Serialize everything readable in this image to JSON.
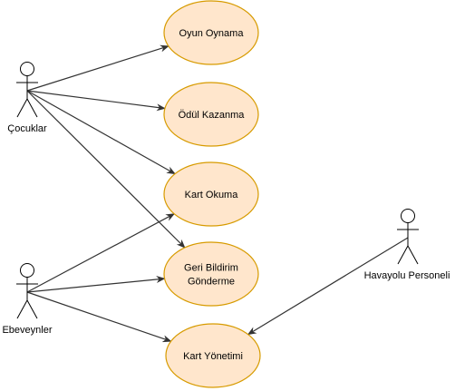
{
  "colors": {
    "usecase_fill": "#ffe6cc",
    "usecase_stroke": "#d79b00",
    "edge": "#333333",
    "text": "#000000"
  },
  "actors": [
    {
      "id": "cocuklar",
      "label": "Çocuklar"
    },
    {
      "id": "ebeveynler",
      "label": "Ebeveynler"
    },
    {
      "id": "havayolu",
      "label": "Havayolu Personeli"
    }
  ],
  "usecases": [
    {
      "id": "oyun",
      "lines": [
        "Oyun Oynama"
      ]
    },
    {
      "id": "odul",
      "lines": [
        "Ödül Kazanma"
      ]
    },
    {
      "id": "kart-okuma",
      "lines": [
        "Kart Okuma"
      ]
    },
    {
      "id": "geri-bildirim",
      "lines": [
        "Geri Bildirim",
        "Gönderme"
      ]
    },
    {
      "id": "kart-yonetimi",
      "lines": [
        "Kart Yönetimi"
      ]
    }
  ],
  "associations": [
    {
      "from": "cocuklar",
      "to": "oyun"
    },
    {
      "from": "cocuklar",
      "to": "odul"
    },
    {
      "from": "cocuklar",
      "to": "kart-okuma"
    },
    {
      "from": "cocuklar",
      "to": "geri-bildirim"
    },
    {
      "from": "ebeveynler",
      "to": "kart-okuma"
    },
    {
      "from": "ebeveynler",
      "to": "geri-bildirim"
    },
    {
      "from": "ebeveynler",
      "to": "kart-yonetimi"
    },
    {
      "from": "havayolu",
      "to": "kart-yonetimi"
    }
  ]
}
